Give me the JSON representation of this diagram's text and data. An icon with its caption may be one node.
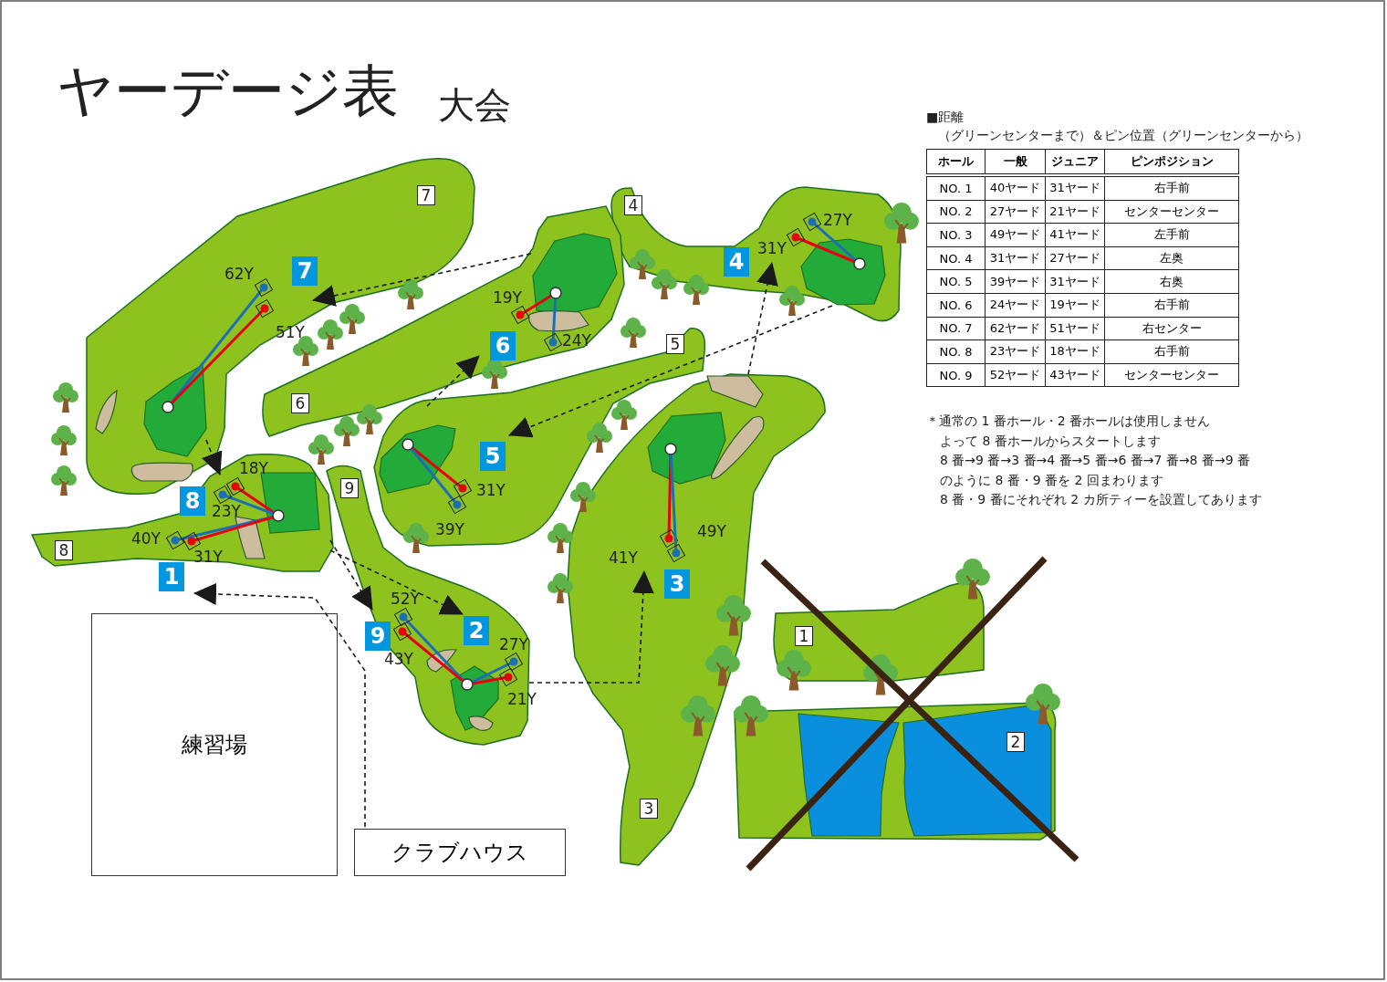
{
  "diagram": {
    "title": "ヤーデージ表",
    "nodes": [
      {
        "text": [
          "7"
        ]
      },
      {
        "text": [
          "4"
        ]
      },
      {
        "text": [
          "6"
        ]
      },
      {
        "text": [
          "5"
        ]
      },
      {
        "text": [
          "3"
        ]
      },
      {
        "text": [
          "8"
        ]
      },
      {
        "text": [
          "9"
        ]
      },
      {
        "text": [
          "1"
        ]
      },
      {
        "text": [
          "2"
        ]
      },
      {
        "text": [
          "練習場"
        ]
      },
      {
        "text": [
          "クラブハウス"
        ]
      }
    ],
    "edges": [
      {
        "from": 10,
        "to": 5,
        "arrow": "to",
        "style": "dashed"
      },
      {
        "from": 5,
        "to": 6,
        "arrow": "to",
        "style": "dashed"
      },
      {
        "from": 5,
        "to": 6,
        "arrow": "to",
        "style": "dashed"
      },
      {
        "from": 6,
        "to": 4,
        "arrow": "to",
        "style": "dashed"
      },
      {
        "from": 4,
        "to": 1,
        "arrow": "to",
        "style": "dashed"
      },
      {
        "from": 1,
        "to": 3,
        "arrow": "to",
        "style": "dashed"
      },
      {
        "from": 3,
        "to": 2,
        "arrow": "to",
        "style": "dashed"
      },
      {
        "from": 2,
        "to": 0,
        "arrow": "to",
        "style": "dashed"
      },
      {
        "from": 0,
        "to": 5,
        "arrow": "to",
        "style": "dashed"
      }
    ],
    "labels": [
      "大会",
      "■距離",
      "（グリーンセンターまで）＆ピン位置（グリーンセンターから）",
      "ホール",
      "一般",
      "ジュニア",
      "ピンポジション",
      "NO. 1",
      "40ヤード",
      "31ヤード",
      "右手前",
      "NO. 2",
      "27ヤード",
      "21ヤード",
      "センターセンター",
      "NO. 3",
      "49ヤード",
      "41ヤード",
      "左手前",
      "NO. 4",
      "31ヤード",
      "27ヤード",
      "左奥",
      "NO. 5",
      "39ヤード",
      "31ヤード",
      "右奥",
      "NO. 6",
      "24ヤード",
      "19ヤード",
      "右手前",
      "NO. 7",
      "62ヤード",
      "51ヤード",
      "右センター",
      "NO. 8",
      "23ヤード",
      "18ヤード",
      "右手前",
      "NO. 9",
      "52ヤード",
      "43ヤード",
      "センターセンター",
      "＊通常の 1 番ホール・2 番ホールは使用しません",
      "よって 8 番ホールからスタートします",
      "8 番→9 番→3 番→4 番→5 番→6 番→7 番→8 番→9 番",
      "のように 8 番・9 番を 2 回まわります",
      "8 番・9 番にそれぞれ 2 カ所ティーを設置してあります",
      "27Y",
      "31Y",
      "4",
      "62Y",
      "7",
      "19Y",
      "51Y",
      "24Y",
      "6",
      "5",
      "18Y",
      "31Y",
      "8",
      "23Y",
      "39Y",
      "49Y",
      "40Y",
      "31Y",
      "41Y",
      "1",
      "3",
      "52Y",
      "9",
      "2",
      "27Y",
      "43Y",
      "21Y"
    ]
  }
}
